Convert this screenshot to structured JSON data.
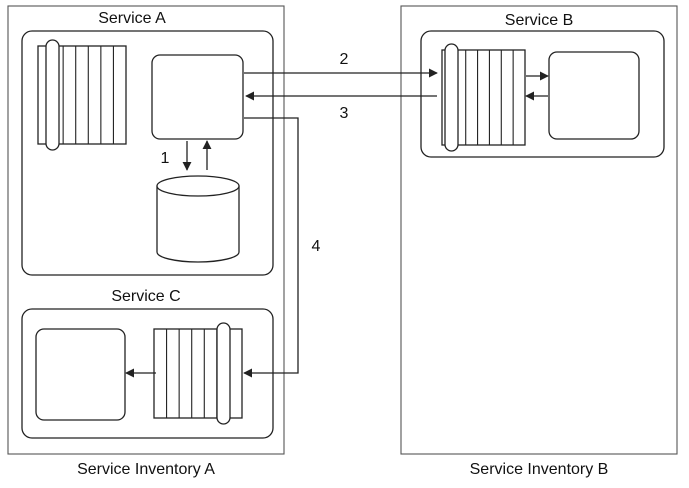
{
  "inventories": {
    "a": {
      "label": "Service Inventory A"
    },
    "b": {
      "label": "Service Inventory B"
    }
  },
  "services": {
    "a": {
      "label": "Service A"
    },
    "b": {
      "label": "Service B"
    },
    "c": {
      "label": "Service C"
    }
  },
  "interactions": [
    {
      "label": "1"
    },
    {
      "label": "2"
    },
    {
      "label": "3"
    },
    {
      "label": "4"
    }
  ]
}
